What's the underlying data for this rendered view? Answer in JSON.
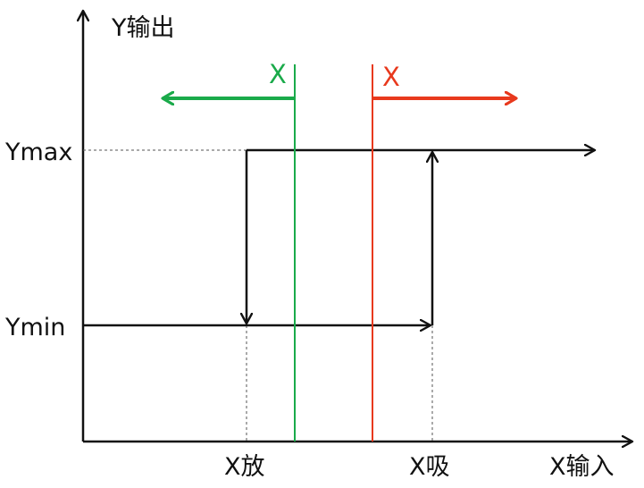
{
  "diagram": {
    "y_axis_label": "Y输出",
    "x_axis_label": "X输入",
    "y_max_label": "Ymax",
    "y_min_label": "Ymin",
    "x_release_label": "X放",
    "x_pickup_label": "X吸",
    "green_marker_label": "X",
    "red_marker_label": "X",
    "colors": {
      "axis": "#111111",
      "hysteresis": "#111111",
      "green": "#1aaa4a",
      "red": "#e8391d",
      "dashed": "#555555"
    }
  }
}
